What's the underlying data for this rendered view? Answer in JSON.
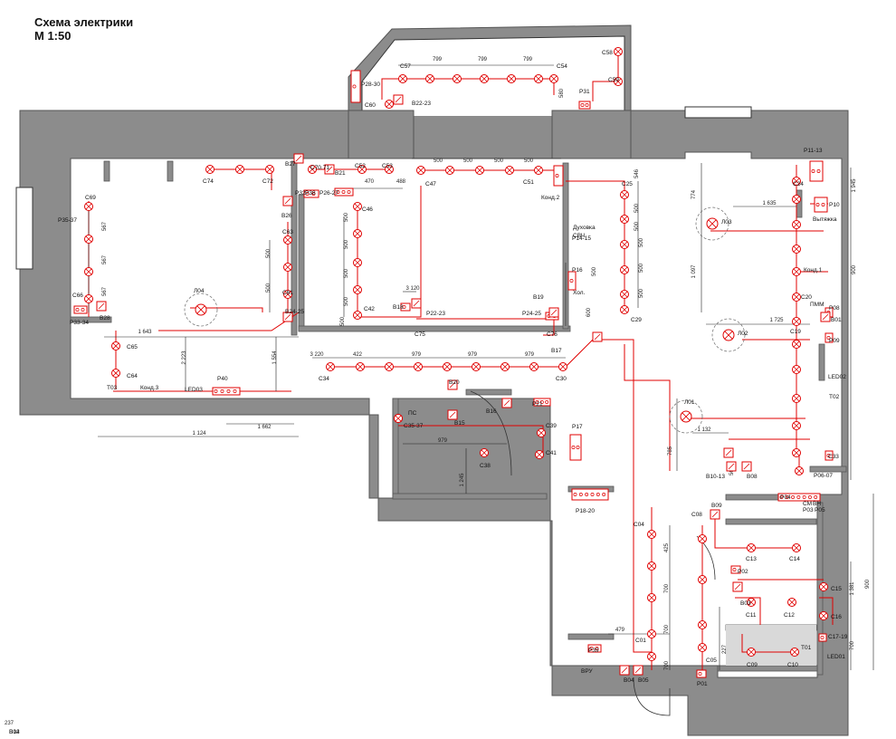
{
  "title": "Схема электрики",
  "scale": "М 1:50",
  "colors": {
    "wall": "#8c8c8c",
    "circuit": "#e00000",
    "dimension": "#222222",
    "background": "#ffffff"
  },
  "dimensions": [
    "799",
    "799",
    "799",
    "580",
    "500",
    "500",
    "500",
    "500",
    "470",
    "488",
    "567",
    "567",
    "567",
    "500",
    "500",
    "500",
    "500",
    "500",
    "500",
    "500",
    "500",
    "546",
    "500",
    "500",
    "500",
    "500",
    "500",
    "600",
    "774",
    "1 097",
    "1 635",
    "1 945",
    "900",
    "1 725",
    "1 643",
    "2 223",
    "1 554",
    "1 662",
    "1 124",
    "3 220",
    "422",
    "979",
    "979",
    "979",
    "979",
    "1 245",
    "785",
    "1 132",
    "563",
    "425",
    "700",
    "700",
    "700",
    "479",
    "1 381",
    "700",
    "900",
    "3 120",
    "227",
    "237"
  ],
  "lights": [
    "C57",
    "C54",
    "C58",
    "C59",
    "C60",
    "C74",
    "C72",
    "C70.71",
    "C52",
    "C53",
    "C51",
    "C47",
    "C46",
    "C69",
    "C66",
    "C65",
    "C64",
    "C63",
    "C61",
    "C42",
    "C75",
    "C76",
    "C34",
    "C30",
    "C35-37",
    "C38",
    "C39",
    "C41",
    "C25",
    "C29",
    "C24",
    "C20",
    "C19",
    "C33",
    "C15",
    "C16",
    "C17-19",
    "C13",
    "C14",
    "C11",
    "C12",
    "C09",
    "C10",
    "C08",
    "C05",
    "C04",
    "C01",
    "Л01",
    "Л02",
    "Л03",
    "Л04"
  ],
  "switches": [
    "B22-23",
    "B27",
    "B21",
    "B26",
    "B28",
    "B24-25",
    "B18",
    "B19",
    "B20",
    "B15",
    "B16",
    "B17",
    "B10-13",
    "B08",
    "B09",
    "B03",
    "B04",
    "B05",
    "B01",
    "B02",
    "B14"
  ],
  "sockets": [
    "P28-30",
    "P31",
    "P32",
    "P38",
    "P26-27",
    "P35-37",
    "P33-34",
    "P40",
    "P22-23",
    "P24-25",
    "P14-15",
    "P16",
    "P21",
    "P39",
    "P17",
    "P18-20",
    "P11-13",
    "P10",
    "P08",
    "P09",
    "P06-07",
    "P04",
    "P03",
    "P05",
    "P02",
    "P01"
  ],
  "other_labels": [
    "Конд.2",
    "Духовка",
    "СВЧ",
    "Хол.",
    "Конд.1",
    "Вытяжка",
    "ПММ",
    "СМ",
    "ВН",
    "Конд.3",
    "LED03",
    "LED02",
    "LED01",
    "T03",
    "T02",
    "T01",
    "ПС",
    "ВРУ"
  ]
}
